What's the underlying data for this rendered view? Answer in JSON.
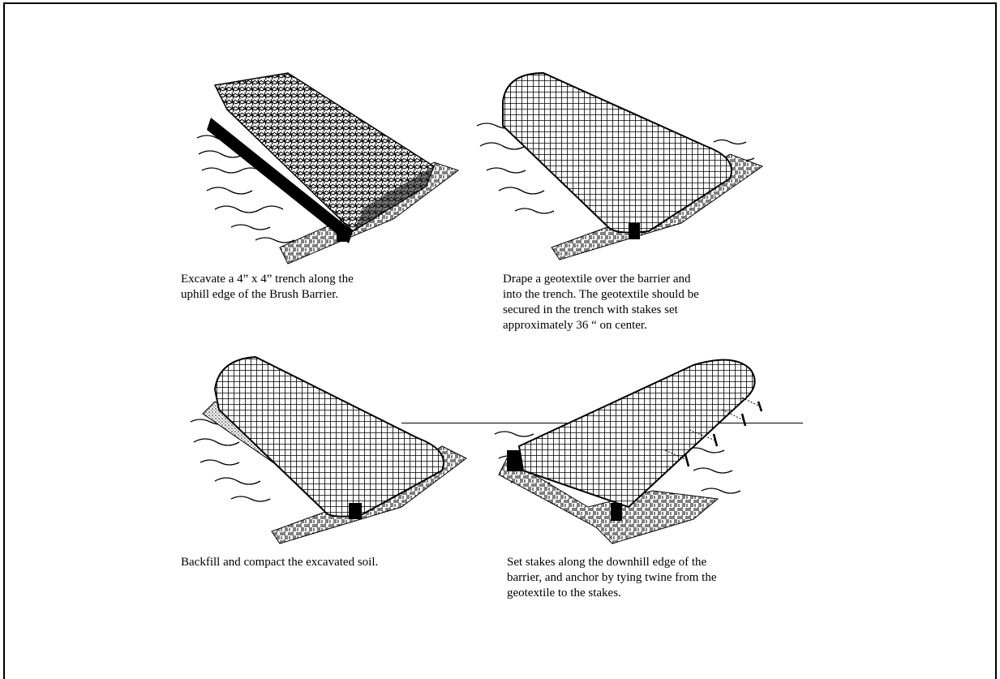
{
  "steps": [
    {
      "id": "excavate",
      "caption": "Excavate a 4” x 4” trench along the\nuphill  edge of the Brush Barrier."
    },
    {
      "id": "drape",
      "caption": "Drape a geotextile over the barrier and\ninto the  trench.  The geotextile should be\nsecured in the  trench with stakes set\napproximately 36 “ on center."
    },
    {
      "id": "backfill",
      "caption": "Backfill and compact the excavated soil."
    },
    {
      "id": "stakes",
      "caption": "Set stakes along the downhill edge of the\nbarrier, and anchor by tying twine from the\ngeotextile to the stakes."
    }
  ],
  "colors": {
    "ink": "#000000",
    "background": "#ffffff"
  }
}
